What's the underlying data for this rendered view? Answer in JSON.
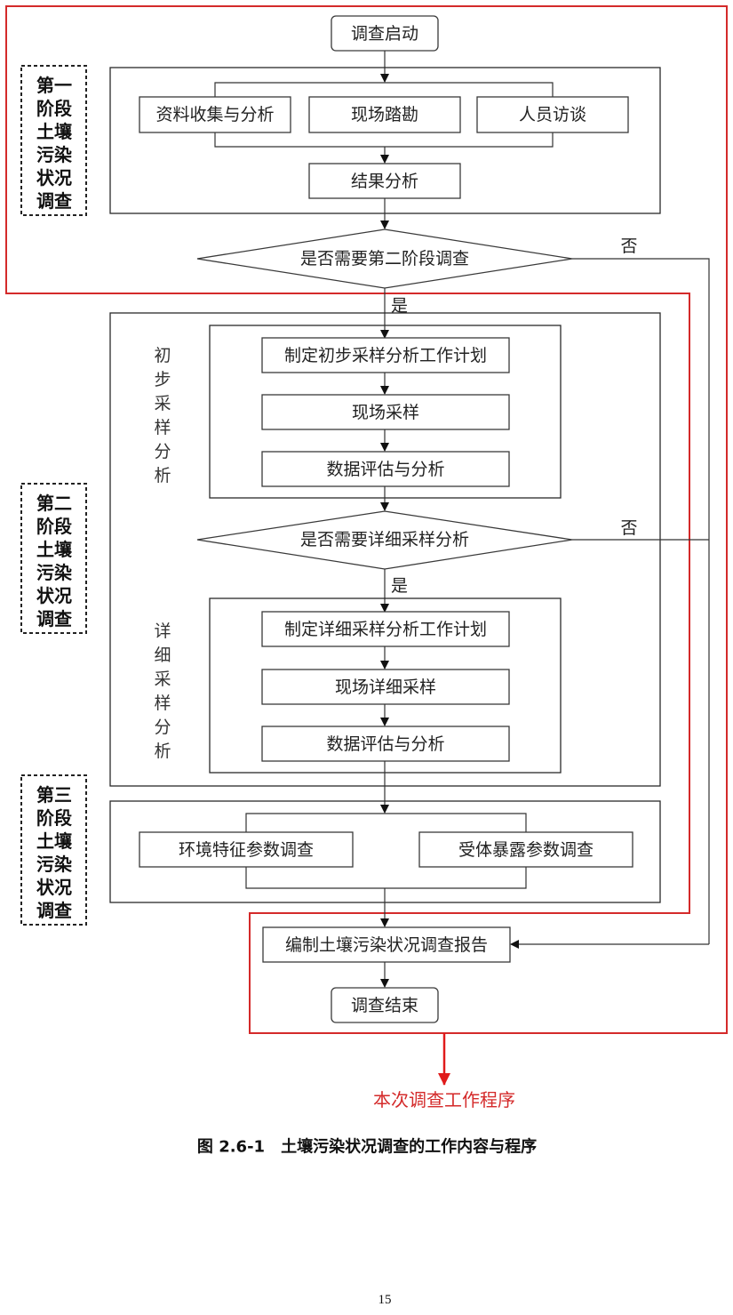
{
  "flow": {
    "start": "调查启动",
    "stage1": {
      "parallel": [
        "资料收集与分析",
        "现场踏勘",
        "人员访谈"
      ],
      "result": "结果分析",
      "decision": "是否需要第二阶段调查",
      "no_label": "否",
      "yes_label": "是"
    },
    "stage2": {
      "prelim_label_chars": [
        "初",
        "步",
        "采",
        "样",
        "分",
        "析"
      ],
      "prelim_steps": [
        "制定初步采样分析工作计划",
        "现场采样",
        "数据评估与分析"
      ],
      "decision": "是否需要详细采样分析",
      "no_label": "否",
      "yes_label": "是",
      "detail_label_chars": [
        "详",
        "细",
        "采",
        "样",
        "分",
        "析"
      ],
      "detail_steps": [
        "制定详细采样分析工作计划",
        "现场详细采样",
        "数据评估与分析"
      ]
    },
    "stage3": {
      "parallel": [
        "环境特征参数调查",
        "受体暴露参数调查"
      ]
    },
    "report": "编制土壤污染状况调查报告",
    "end": "调查结束"
  },
  "stage_labels": [
    [
      "第一",
      "阶段",
      "土壤",
      "污染",
      "状况",
      "调查"
    ],
    [
      "第二",
      "阶段",
      "土壤",
      "污染",
      "状况",
      "调查"
    ],
    [
      "第三",
      "阶段",
      "土壤",
      "污染",
      "状况",
      "调查"
    ]
  ],
  "legend": {
    "red_outline_label": "本次调查工作程序",
    "color": "#d42a2a"
  },
  "caption": "图 2.6-1　土壤污染状况调查的工作内容与程序",
  "page_number": "15"
}
